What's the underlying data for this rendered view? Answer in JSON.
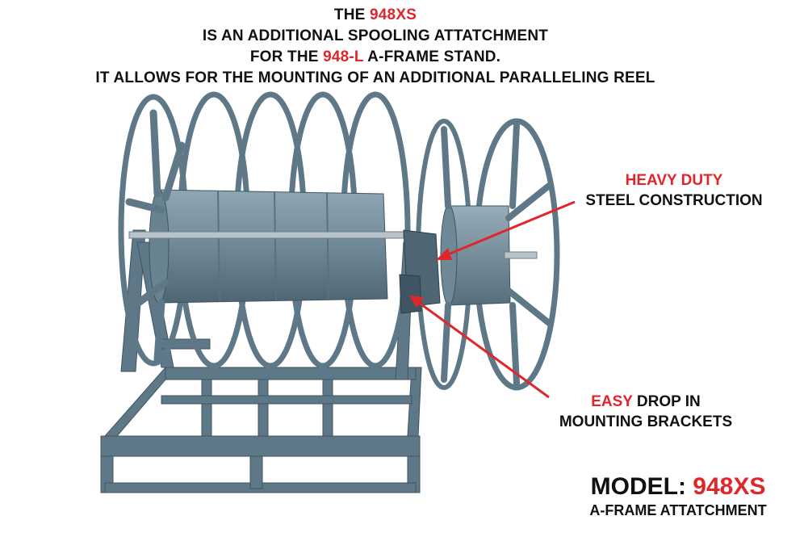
{
  "headline": {
    "line1_prefix": "THE ",
    "line1_model": "948XS",
    "line2": "IS AN ADDITIONAL SPOOLING ATTATCHMENT",
    "line3_prefix": "FOR THE ",
    "line3_model": "948-L",
    "line3_suffix": " A-FRAME STAND.",
    "line4": "IT ALLOWS FOR THE MOUNTING OF AN ADDITIONAL PARALLELING REEL"
  },
  "callout_construction": {
    "highlight": "HEAVY DUTY",
    "text": "STEEL CONSTRUCTION"
  },
  "callout_brackets": {
    "highlight": "EASY",
    "text": " DROP IN",
    "line2": "MOUNTING BRACKETS"
  },
  "model": {
    "label": "MODEL: ",
    "number": "948XS",
    "subtitle": "A-FRAME ATTATCHMENT"
  },
  "colors": {
    "accent": "#e0262b",
    "steel": "#5e7888",
    "steel_light": "#8aa1ae",
    "steel_dark": "#3f5563",
    "text": "#111111"
  }
}
